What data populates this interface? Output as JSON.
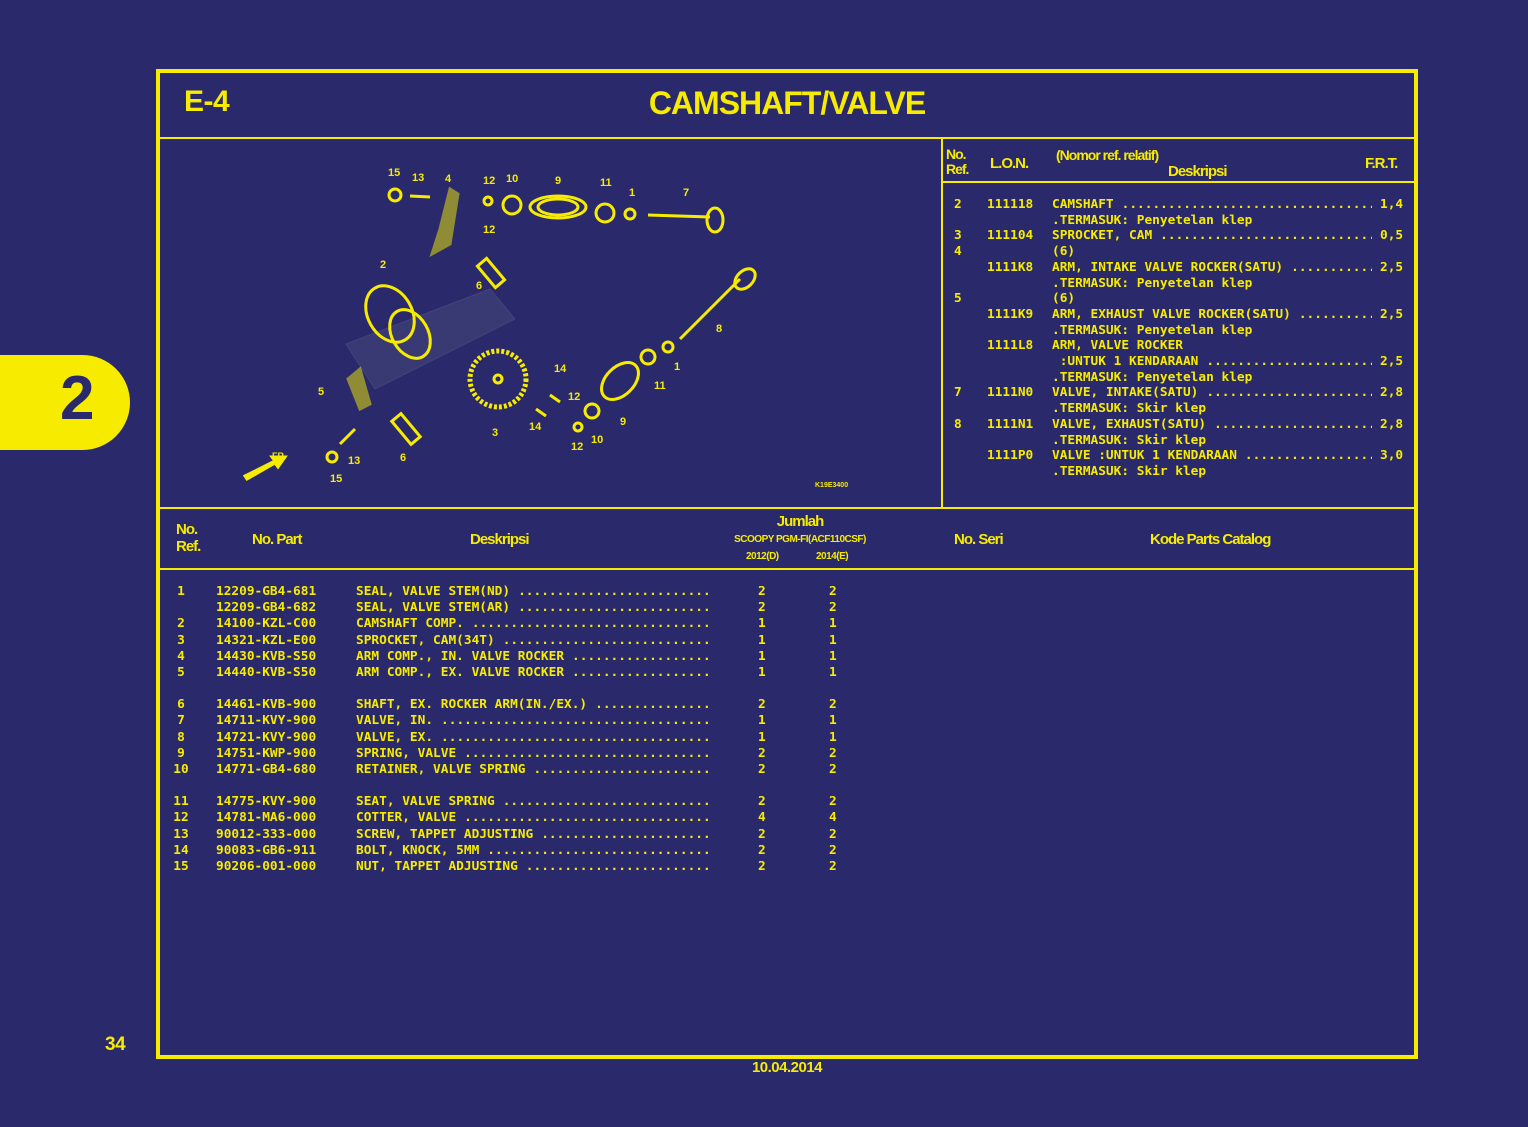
{
  "page": {
    "section_tab": "2",
    "page_number": "34",
    "date": "10.04.2014"
  },
  "header": {
    "code": "E-4",
    "title": "CAMSHAFT/VALVE"
  },
  "diagram": {
    "callouts": [
      "15",
      "13",
      "4",
      "12",
      "10",
      "9",
      "11",
      "1",
      "7",
      "12",
      "2",
      "6",
      "8",
      "14",
      "1",
      "11",
      "5",
      "12",
      "9",
      "14",
      "3",
      "10",
      "12",
      "13",
      "6",
      "15"
    ],
    "front_label": "FR.",
    "figure_code": "K19E3400"
  },
  "frt_table": {
    "headers": {
      "no_ref": "No.\nRef.",
      "lon": "L.O.N.",
      "relative": "(Nomor ref. relatif)",
      "desc": "Deskripsi",
      "frt": "F.R.T."
    },
    "rows": [
      {
        "ref": "2",
        "lon": "111118",
        "desc": "CAMSHAFT",
        "frt": "1,4"
      },
      {
        "ref": "",
        "lon": "",
        "desc": ".TERMASUK: Penyetelan klep",
        "frt": ""
      },
      {
        "ref": "3",
        "lon": "111104",
        "desc": "SPROCKET, CAM",
        "frt": "0,5"
      },
      {
        "ref": "4",
        "lon": "",
        "desc": "(6)",
        "frt": ""
      },
      {
        "ref": "",
        "lon": "1111K8",
        "desc": "ARM, INTAKE VALVE ROCKER(SATU)",
        "frt": "2,5"
      },
      {
        "ref": "",
        "lon": "",
        "desc": ".TERMASUK: Penyetelan klep",
        "frt": ""
      },
      {
        "ref": "5",
        "lon": "",
        "desc": "(6)",
        "frt": ""
      },
      {
        "ref": "",
        "lon": "1111K9",
        "desc": "ARM, EXHAUST VALVE ROCKER(SATU)",
        "frt": "2,5"
      },
      {
        "ref": "",
        "lon": "",
        "desc": ".TERMASUK: Penyetelan klep",
        "frt": ""
      },
      {
        "ref": "",
        "lon": "1111L8",
        "desc": "ARM, VALVE ROCKER",
        "frt": ""
      },
      {
        "ref": "",
        "lon": "",
        "desc": " :UNTUK 1 KENDARAAN",
        "frt": "2,5"
      },
      {
        "ref": "",
        "lon": "",
        "desc": ".TERMASUK: Penyetelan klep",
        "frt": ""
      },
      {
        "ref": "7",
        "lon": "1111N0",
        "desc": "VALVE, INTAKE(SATU)",
        "frt": "2,8"
      },
      {
        "ref": "",
        "lon": "",
        "desc": ".TERMASUK: Skir klep",
        "frt": ""
      },
      {
        "ref": "8",
        "lon": "1111N1",
        "desc": "VALVE, EXHAUST(SATU)",
        "frt": "2,8"
      },
      {
        "ref": "",
        "lon": "",
        "desc": ".TERMASUK: Skir klep",
        "frt": ""
      },
      {
        "ref": "",
        "lon": "1111P0",
        "desc": "VALVE :UNTUK 1 KENDARAAN",
        "frt": "3,0"
      },
      {
        "ref": "",
        "lon": "",
        "desc": ".TERMASUK: Skir klep",
        "frt": ""
      }
    ]
  },
  "parts_table": {
    "headers": {
      "no_ref": "No.\nRef.",
      "part_no": "No. Part",
      "desc": "Deskripsi",
      "qty": "Jumlah",
      "model": "SCOOPY PGM-FI(ACF110CSF)",
      "year1": "2012(D)",
      "year2": "2014(E)",
      "serial": "No. Seri",
      "catalog_code": "Kode Parts Catalog"
    },
    "rows": [
      {
        "ref": "1",
        "part": "12209-GB4-681",
        "desc": "SEAL, VALVE STEM(ND)",
        "q1": "2",
        "q2": "2"
      },
      {
        "ref": "",
        "part": "12209-GB4-682",
        "desc": "SEAL, VALVE STEM(AR)",
        "q1": "2",
        "q2": "2"
      },
      {
        "ref": "2",
        "part": "14100-KZL-C00",
        "desc": "CAMSHAFT COMP.",
        "q1": "1",
        "q2": "1"
      },
      {
        "ref": "3",
        "part": "14321-KZL-E00",
        "desc": "SPROCKET, CAM(34T)",
        "q1": "1",
        "q2": "1"
      },
      {
        "ref": "4",
        "part": "14430-KVB-S50",
        "desc": "ARM COMP., IN. VALVE ROCKER",
        "q1": "1",
        "q2": "1"
      },
      {
        "ref": "5",
        "part": "14440-KVB-S50",
        "desc": "ARM COMP., EX. VALVE ROCKER",
        "q1": "1",
        "q2": "1"
      },
      {
        "ref": "6",
        "part": "14461-KVB-900",
        "desc": "SHAFT, EX. ROCKER ARM(IN./EX.)",
        "q1": "2",
        "q2": "2"
      },
      {
        "ref": "7",
        "part": "14711-KVY-900",
        "desc": "VALVE, IN.",
        "q1": "1",
        "q2": "1"
      },
      {
        "ref": "8",
        "part": "14721-KVY-900",
        "desc": "VALVE, EX.",
        "q1": "1",
        "q2": "1"
      },
      {
        "ref": "9",
        "part": "14751-KWP-900",
        "desc": "SPRING, VALVE",
        "q1": "2",
        "q2": "2"
      },
      {
        "ref": "10",
        "part": "14771-GB4-680",
        "desc": "RETAINER, VALVE SPRING",
        "q1": "2",
        "q2": "2"
      },
      {
        "ref": "11",
        "part": "14775-KVY-900",
        "desc": "SEAT, VALVE SPRING",
        "q1": "2",
        "q2": "2"
      },
      {
        "ref": "12",
        "part": "14781-MA6-000",
        "desc": "COTTER, VALVE",
        "q1": "4",
        "q2": "4"
      },
      {
        "ref": "13",
        "part": "90012-333-000",
        "desc": "SCREW, TAPPET ADJUSTING",
        "q1": "2",
        "q2": "2"
      },
      {
        "ref": "14",
        "part": "90083-GB6-911",
        "desc": "BOLT, KNOCK, 5MM",
        "q1": "2",
        "q2": "2"
      },
      {
        "ref": "15",
        "part": "90206-001-000",
        "desc": "NUT, TAPPET ADJUSTING",
        "q1": "2",
        "q2": "2"
      }
    ]
  },
  "colors": {
    "background": "#29296b",
    "accent": "#f7ec00"
  }
}
